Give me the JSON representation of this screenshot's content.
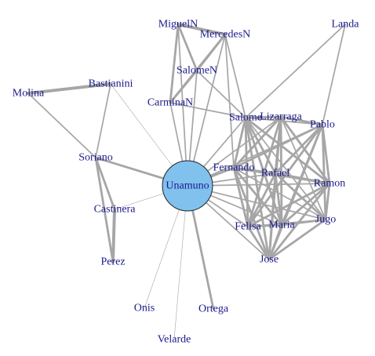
{
  "colors": {
    "edge": "#a6a6a6",
    "label": "#1a1a8c",
    "hub_fill": "#80c1ee",
    "background": "#ffffff"
  },
  "nodes": [
    {
      "id": "Unamuno",
      "label": "Unamuno",
      "hub": true
    },
    {
      "id": "MiguelN",
      "label": "MiguelN"
    },
    {
      "id": "MercedesN",
      "label": "MercedesN"
    },
    {
      "id": "SalomeN",
      "label": "SalomeN"
    },
    {
      "id": "CarminaN",
      "label": "CarminaN"
    },
    {
      "id": "Landa",
      "label": "Landa"
    },
    {
      "id": "Molina",
      "label": "Molina"
    },
    {
      "id": "Bastianini",
      "label": "Bastianini"
    },
    {
      "id": "Soriano",
      "label": "Soriano"
    },
    {
      "id": "Castinera",
      "label": "Castinera"
    },
    {
      "id": "Perez",
      "label": "Perez"
    },
    {
      "id": "Onis",
      "label": "Onis"
    },
    {
      "id": "Ortega",
      "label": "Ortega"
    },
    {
      "id": "Velarde",
      "label": "Velarde"
    },
    {
      "id": "Salome",
      "label": "Salome"
    },
    {
      "id": "Lizarraga",
      "label": "Lizarraga"
    },
    {
      "id": "Pablo",
      "label": "Pablo"
    },
    {
      "id": "Fernando",
      "label": "Fernando"
    },
    {
      "id": "Rafael",
      "label": "Rafael"
    },
    {
      "id": "Ramon",
      "label": "Ramon"
    },
    {
      "id": "Jugo",
      "label": "Jugo"
    },
    {
      "id": "Felisa",
      "label": "Felisa"
    },
    {
      "id": "Maria",
      "label": "Maria"
    },
    {
      "id": "Jose",
      "label": "Jose"
    }
  ],
  "edges": [
    {
      "source": "Unamuno",
      "target": "MiguelN",
      "weight": 2
    },
    {
      "source": "Unamuno",
      "target": "MercedesN",
      "weight": 2
    },
    {
      "source": "Unamuno",
      "target": "SalomeN",
      "weight": 2
    },
    {
      "source": "Unamuno",
      "target": "CarminaN",
      "weight": 2
    },
    {
      "source": "Unamuno",
      "target": "Bastianini",
      "weight": 1
    },
    {
      "source": "Unamuno",
      "target": "Soriano",
      "weight": 3
    },
    {
      "source": "Unamuno",
      "target": "Castinera",
      "weight": 1
    },
    {
      "source": "Unamuno",
      "target": "Onis",
      "weight": 1
    },
    {
      "source": "Unamuno",
      "target": "Velarde",
      "weight": 1
    },
    {
      "source": "Unamuno",
      "target": "Ortega",
      "weight": 3
    },
    {
      "source": "Unamuno",
      "target": "Fernando",
      "weight": 3
    },
    {
      "source": "Unamuno",
      "target": "Salome",
      "weight": 2
    },
    {
      "source": "Unamuno",
      "target": "Rafael",
      "weight": 2
    },
    {
      "source": "Unamuno",
      "target": "Ramon",
      "weight": 2
    },
    {
      "source": "Unamuno",
      "target": "Felisa",
      "weight": 2
    },
    {
      "source": "Unamuno",
      "target": "Maria",
      "weight": 2
    },
    {
      "source": "Unamuno",
      "target": "Jose",
      "weight": 2
    },
    {
      "source": "Unamuno",
      "target": "Jugo",
      "weight": 2
    },
    {
      "source": "Unamuno",
      "target": "Pablo",
      "weight": 2
    },
    {
      "source": "Unamuno",
      "target": "Lizarraga",
      "weight": 2
    },
    {
      "source": "MiguelN",
      "target": "MercedesN",
      "weight": 4
    },
    {
      "source": "MiguelN",
      "target": "SalomeN",
      "weight": 3
    },
    {
      "source": "MiguelN",
      "target": "CarminaN",
      "weight": 3
    },
    {
      "source": "MercedesN",
      "target": "SalomeN",
      "weight": 3
    },
    {
      "source": "MercedesN",
      "target": "CarminaN",
      "weight": 3
    },
    {
      "source": "MercedesN",
      "target": "Salome",
      "weight": 2
    },
    {
      "source": "MercedesN",
      "target": "Fernando",
      "weight": 2
    },
    {
      "source": "SalomeN",
      "target": "CarminaN",
      "weight": 3
    },
    {
      "source": "SalomeN",
      "target": "Salome",
      "weight": 2
    },
    {
      "source": "CarminaN",
      "target": "Salome",
      "weight": 2
    },
    {
      "source": "Molina",
      "target": "Bastianini",
      "weight": 4
    },
    {
      "source": "Molina",
      "target": "Soriano",
      "weight": 2
    },
    {
      "source": "Bastianini",
      "target": "Soriano",
      "weight": 2
    },
    {
      "source": "Soriano",
      "target": "Castinera",
      "weight": 3
    },
    {
      "source": "Soriano",
      "target": "Perez",
      "weight": 3
    },
    {
      "source": "Castinera",
      "target": "Perez",
      "weight": 4
    },
    {
      "source": "Landa",
      "target": "Salome",
      "weight": 2
    },
    {
      "source": "Landa",
      "target": "Pablo",
      "weight": 2
    },
    {
      "source": "Salome",
      "target": "Lizarraga",
      "weight": 3
    },
    {
      "source": "Salome",
      "target": "Pablo",
      "weight": 2
    },
    {
      "source": "Salome",
      "target": "Fernando",
      "weight": 3
    },
    {
      "source": "Salome",
      "target": "Rafael",
      "weight": 3
    },
    {
      "source": "Salome",
      "target": "Ramon",
      "weight": 3
    },
    {
      "source": "Salome",
      "target": "Felisa",
      "weight": 3
    },
    {
      "source": "Salome",
      "target": "Maria",
      "weight": 3
    },
    {
      "source": "Salome",
      "target": "Jose",
      "weight": 3
    },
    {
      "source": "Salome",
      "target": "Jugo",
      "weight": 2
    },
    {
      "source": "Lizarraga",
      "target": "Pablo",
      "weight": 3
    },
    {
      "source": "Lizarraga",
      "target": "Fernando",
      "weight": 3
    },
    {
      "source": "Lizarraga",
      "target": "Rafael",
      "weight": 3
    },
    {
      "source": "Lizarraga",
      "target": "Ramon",
      "weight": 3
    },
    {
      "source": "Lizarraga",
      "target": "Felisa",
      "weight": 3
    },
    {
      "source": "Lizarraga",
      "target": "Maria",
      "weight": 3
    },
    {
      "source": "Lizarraga",
      "target": "Jose",
      "weight": 3
    },
    {
      "source": "Lizarraga",
      "target": "Jugo",
      "weight": 2
    },
    {
      "source": "Pablo",
      "target": "Fernando",
      "weight": 3
    },
    {
      "source": "Pablo",
      "target": "Rafael",
      "weight": 3
    },
    {
      "source": "Pablo",
      "target": "Ramon",
      "weight": 3
    },
    {
      "source": "Pablo",
      "target": "Felisa",
      "weight": 3
    },
    {
      "source": "Pablo",
      "target": "Maria",
      "weight": 3
    },
    {
      "source": "Pablo",
      "target": "Jose",
      "weight": 3
    },
    {
      "source": "Pablo",
      "target": "Jugo",
      "weight": 3
    },
    {
      "source": "Fernando",
      "target": "Rafael",
      "weight": 3
    },
    {
      "source": "Fernando",
      "target": "Ramon",
      "weight": 3
    },
    {
      "source": "Fernando",
      "target": "Felisa",
      "weight": 3
    },
    {
      "source": "Fernando",
      "target": "Maria",
      "weight": 3
    },
    {
      "source": "Fernando",
      "target": "Jose",
      "weight": 3
    },
    {
      "source": "Fernando",
      "target": "Jugo",
      "weight": 2
    },
    {
      "source": "Rafael",
      "target": "Ramon",
      "weight": 3
    },
    {
      "source": "Rafael",
      "target": "Felisa",
      "weight": 3
    },
    {
      "source": "Rafael",
      "target": "Maria",
      "weight": 3
    },
    {
      "source": "Rafael",
      "target": "Jose",
      "weight": 3
    },
    {
      "source": "Rafael",
      "target": "Jugo",
      "weight": 3
    },
    {
      "source": "Ramon",
      "target": "Felisa",
      "weight": 3
    },
    {
      "source": "Ramon",
      "target": "Maria",
      "weight": 3
    },
    {
      "source": "Ramon",
      "target": "Jose",
      "weight": 3
    },
    {
      "source": "Ramon",
      "target": "Jugo",
      "weight": 3
    },
    {
      "source": "Felisa",
      "target": "Maria",
      "weight": 3
    },
    {
      "source": "Felisa",
      "target": "Jose",
      "weight": 3
    },
    {
      "source": "Felisa",
      "target": "Jugo",
      "weight": 2
    },
    {
      "source": "Maria",
      "target": "Jose",
      "weight": 3
    },
    {
      "source": "Maria",
      "target": "Jugo",
      "weight": 3
    },
    {
      "source": "Jose",
      "target": "Jugo",
      "weight": 3
    }
  ]
}
